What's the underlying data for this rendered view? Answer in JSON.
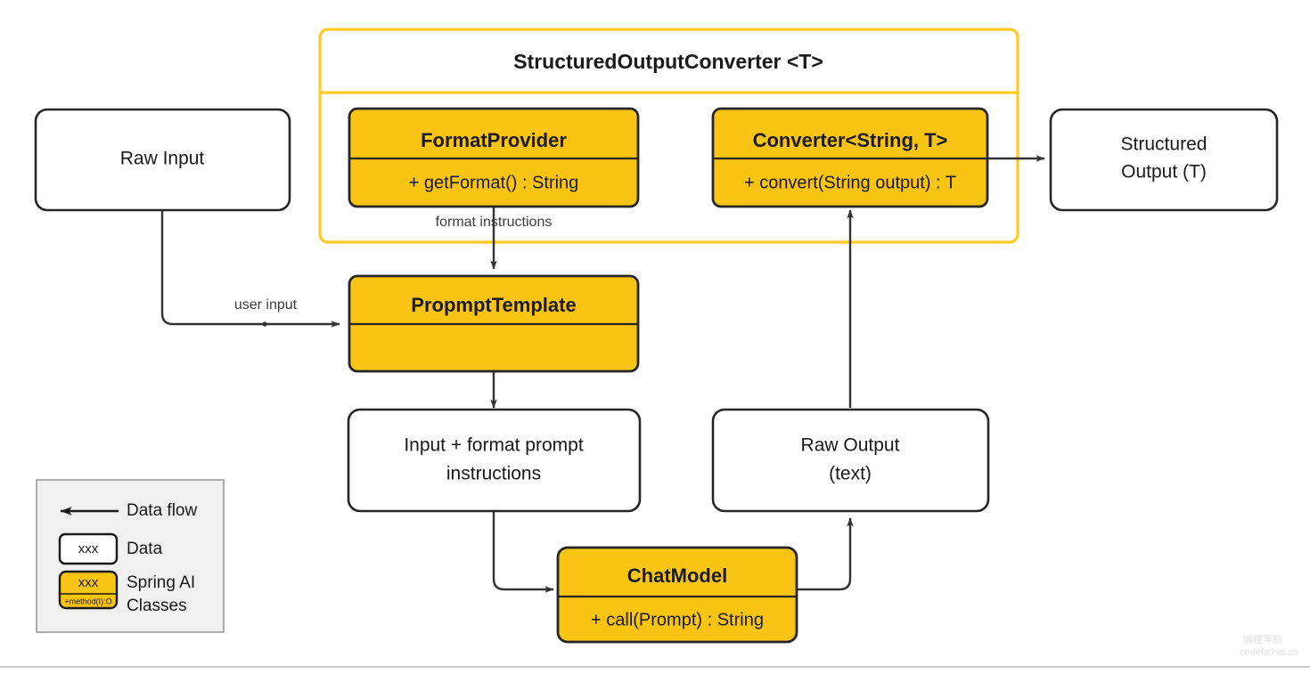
{
  "diagram": {
    "title": "StructuredOutputConverter <T>",
    "container": {
      "label": "StructuredOutputConverter <T>"
    },
    "nodes": {
      "raw_input": {
        "label": "Raw Input",
        "kind": "data"
      },
      "structured_output": {
        "line1": "Structured",
        "line2": "Output (T)",
        "kind": "data"
      },
      "format_provider": {
        "title": "FormatProvider",
        "method": "+ getFormat() : String",
        "kind": "class"
      },
      "converter": {
        "title": "Converter<String, T>",
        "method": "+ convert(String output) : T",
        "kind": "class"
      },
      "prompt_template": {
        "title": "PropmptTemplate",
        "method": "",
        "kind": "class"
      },
      "input_format_prompt": {
        "line1": "Input + format prompt",
        "line2": "instructions",
        "kind": "data"
      },
      "raw_output": {
        "line1": "Raw Output",
        "line2": "(text)",
        "kind": "data"
      },
      "chat_model": {
        "title": "ChatModel",
        "method": "+ call(Prompt) : String",
        "kind": "class"
      }
    },
    "edge_labels": {
      "format_instructions": "format instructions",
      "user_input": "user input"
    },
    "legend": {
      "items": [
        {
          "type": "arrow",
          "label": "Data flow"
        },
        {
          "type": "data-box",
          "swatch_text": "xxx",
          "label": "Data"
        },
        {
          "type": "class-box",
          "swatch_text": "xxx",
          "swatch_method": "+method(I):O",
          "label_line1": "Spring AI",
          "label_line2": "Classes"
        }
      ]
    },
    "watermark": {
      "line1": "编程导航",
      "line2": "codefather.cn"
    },
    "colors": {
      "class_fill": "#FAC414",
      "container_border": "#FFC926",
      "node_stroke": "#262626",
      "flow_stroke": "#333333",
      "legend_panel": "#f0f0f0",
      "background": "#ffffff"
    }
  }
}
